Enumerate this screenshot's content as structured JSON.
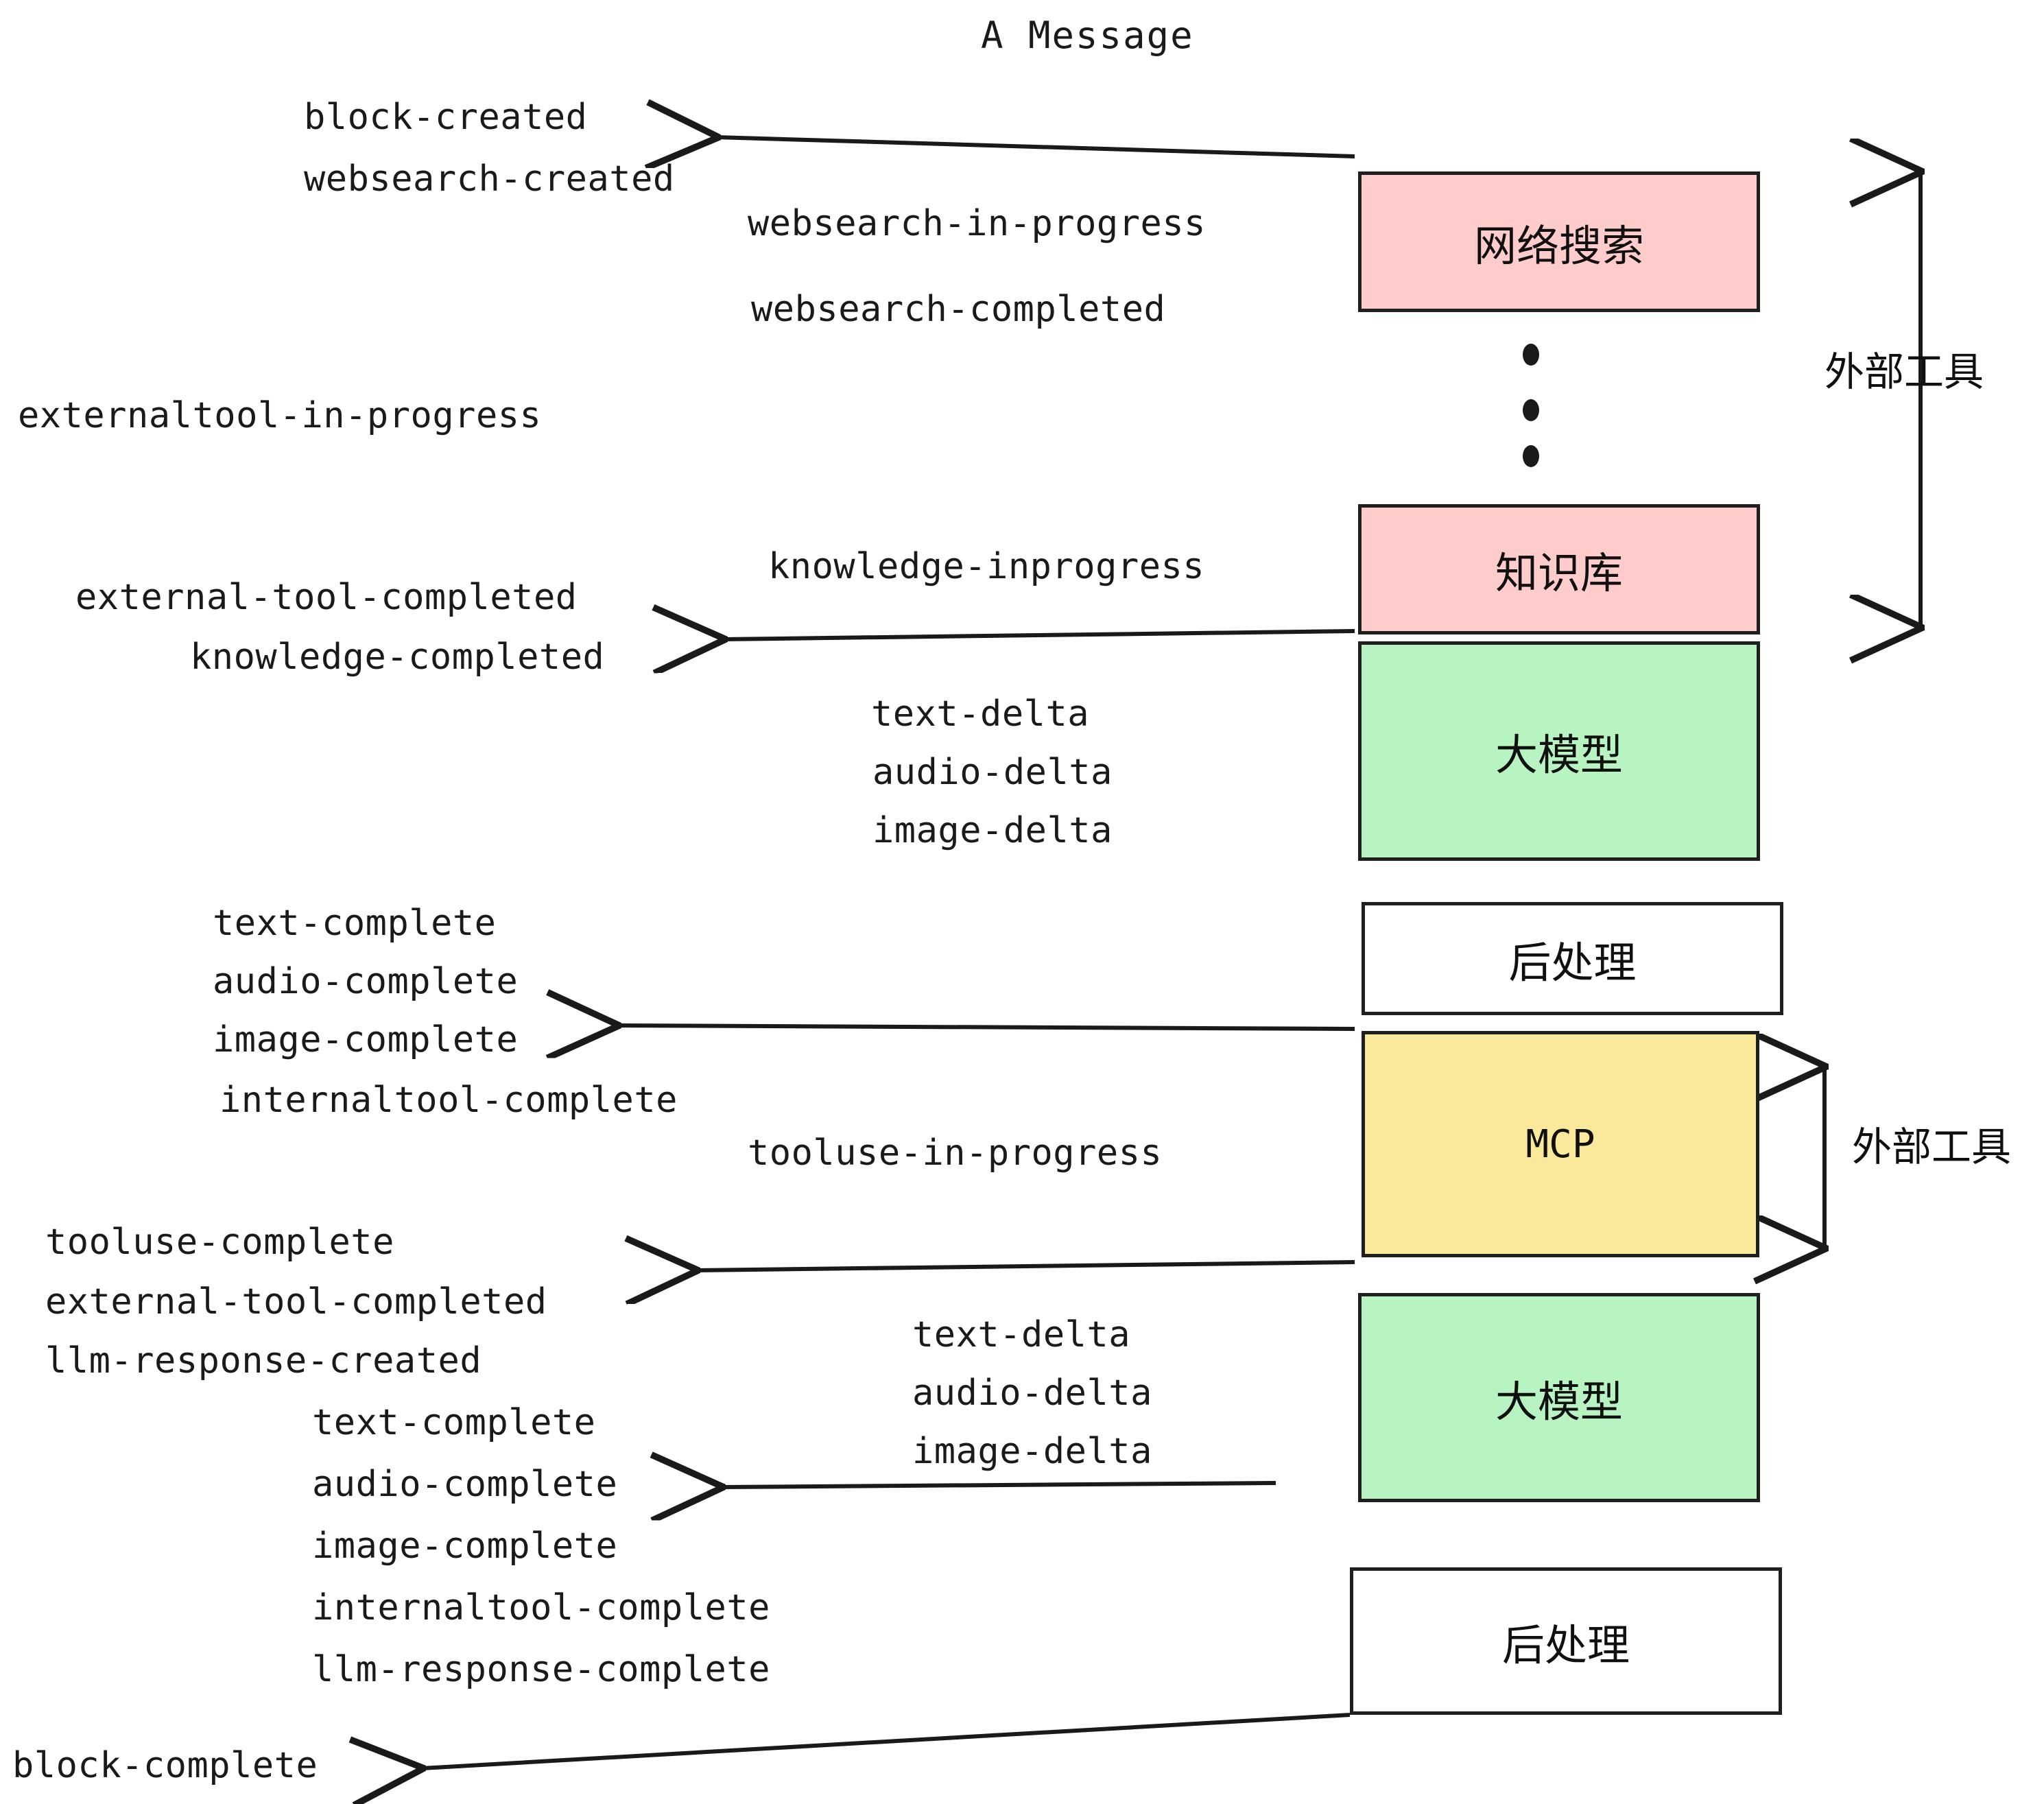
{
  "diagram": {
    "title": "A Message",
    "colors": {
      "pink": "#FFCCCC",
      "green": "#B8F3C2",
      "yellow": "#FBE99B",
      "white": "#FFFFFF",
      "stroke": "#1F1F1F",
      "text": "#1A1A1A"
    },
    "nodes": [
      {
        "id": "websearch",
        "label": "网络搜索",
        "fill": "pink"
      },
      {
        "id": "knowledge",
        "label": "知识库",
        "fill": "pink"
      },
      {
        "id": "llm-1",
        "label": "大模型",
        "fill": "green"
      },
      {
        "id": "postprocess-1",
        "label": "后处理",
        "fill": "white"
      },
      {
        "id": "mcp",
        "label": "MCP",
        "fill": "yellow"
      },
      {
        "id": "llm-2",
        "label": "大模型",
        "fill": "green"
      },
      {
        "id": "postprocess-2",
        "label": "后处理",
        "fill": "white"
      }
    ],
    "side_labels": [
      {
        "id": "external-tool-top",
        "label": "外部工具"
      },
      {
        "id": "external-tool-bottom",
        "label": "外部工具"
      }
    ],
    "events": {
      "block_created": "block-created",
      "websearch_created": "websearch-created",
      "websearch_in_progress": "websearch-in-progress",
      "websearch_completed": "websearch-completed",
      "externaltool_in_progress": "externaltool-in-progress",
      "knowledge_inprogress": "knowledge-inprogress",
      "external_tool_completed_1": "external-tool-completed",
      "knowledge_completed": "knowledge-completed",
      "text_delta_1": "text-delta",
      "audio_delta_1": "audio-delta",
      "image_delta_1": "image-delta",
      "text_complete_1": "text-complete",
      "audio_complete_1": "audio-complete",
      "image_complete_1": "image-complete",
      "internaltool_complete_1": "internaltool-complete",
      "tooluse_in_progress": "tooluse-in-progress",
      "tooluse_complete": "tooluse-complete",
      "external_tool_completed_2": "external-tool-completed",
      "llm_response_created": "llm-response-created",
      "text_delta_2": "text-delta",
      "audio_delta_2": "audio-delta",
      "image_delta_2": "image-delta",
      "text_complete_2": "text-complete",
      "audio_complete_2": "audio-complete",
      "image_complete_2": "image-complete",
      "internaltool_complete_2": "internaltool-complete",
      "llm_response_complete": "llm-response-complete",
      "block_complete": "block-complete"
    }
  }
}
